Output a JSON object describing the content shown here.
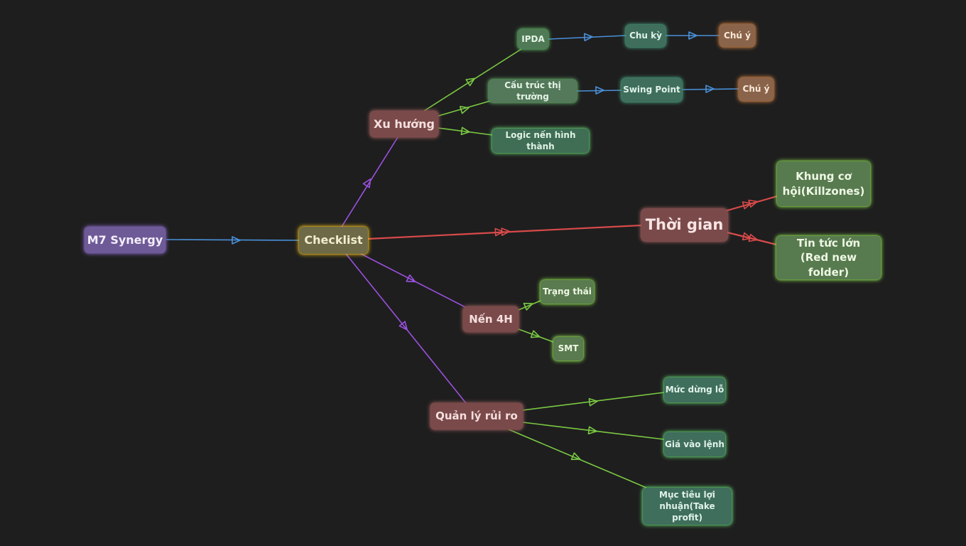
{
  "colors": {
    "background": "#1e1e1e",
    "blue_edge": "#4a90d9",
    "purple_edge": "#9b51e0",
    "green_edge": "#7ac943",
    "red_edge": "#d94a4a"
  },
  "nodes": {
    "root": {
      "label": "M7 Synergy",
      "bg": "#6e5a96",
      "fg": "#f3eefc",
      "glow": "#7a5fb0"
    },
    "checklist": {
      "label": "Checklist",
      "bg": "#6e6a47",
      "fg": "#f1eecf",
      "glow": "#e0b21c"
    },
    "xu_huong": {
      "label": "Xu hướng",
      "bg": "#7a4a4a",
      "fg": "#f6dede",
      "glow": "#8a5555"
    },
    "ipda": {
      "label": "IPDA",
      "bg": "#4f7a55",
      "fg": "#e4f4e6",
      "glow": "#59a85f"
    },
    "chu_ky": {
      "label": "Chu kỳ",
      "bg": "#3f6e5c",
      "fg": "#e0f2ea",
      "glow": "#4aa07f"
    },
    "chu_y_1": {
      "label": "Chú ý",
      "bg": "#8a644a",
      "fg": "#fbe9da",
      "glow": "#c27a3f"
    },
    "cau_truc": {
      "label": "Cấu trúc thị trường",
      "bg": "#54785a",
      "fg": "#e4f4e6",
      "glow": "#62a866"
    },
    "swing_point": {
      "label": "Swing Point",
      "bg": "#3f6e5c",
      "fg": "#e0f2ea",
      "glow": "#4aa07f"
    },
    "chu_y_2": {
      "label": "Chú ý",
      "bg": "#8a644a",
      "fg": "#fbe9da",
      "glow": "#c27a3f"
    },
    "logic_nen": {
      "label": "Logic nến hình thành",
      "bg": "#3f6e55",
      "fg": "#e0f2e6",
      "glow": "#5fc46a"
    },
    "thoi_gian": {
      "label": "Thời gian",
      "bg": "#7a4a4a",
      "fg": "#f8e4e4",
      "glow": "#a46060"
    },
    "khung_co_hoi": {
      "label": "Khung cơ hội(Killzones)",
      "bg": "#587a4f",
      "fg": "#eef8e4",
      "glow": "#86d34d"
    },
    "tin_tuc": {
      "label": "Tin tức lớn (Red new folder)",
      "bg": "#587a4f",
      "fg": "#eef8e4",
      "glow": "#86d34d"
    },
    "nen_4h": {
      "label": "Nến 4H",
      "bg": "#7a4a4a",
      "fg": "#f6dede",
      "glow": "#8a5555"
    },
    "trang_thai": {
      "label": "Trạng thái",
      "bg": "#5a7a4f",
      "fg": "#eef8e4",
      "glow": "#86d34d"
    },
    "smt": {
      "label": "SMT",
      "bg": "#5a7a4f",
      "fg": "#eef8e4",
      "glow": "#86d34d"
    },
    "quan_ly": {
      "label": "Quản lý rủi ro",
      "bg": "#7a4a4a",
      "fg": "#f6dede",
      "glow": "#8a5555"
    },
    "muc_dung_lo": {
      "label": "Mức dừng lỗ",
      "bg": "#3f6e5c",
      "fg": "#e0f2ea",
      "glow": "#5fc46a"
    },
    "gia_vao_lenh": {
      "label": "Giá vào lệnh",
      "bg": "#3f6e5c",
      "fg": "#e0f2ea",
      "glow": "#5fc46a"
    },
    "muc_tieu": {
      "label": "Mục tiêu lợi nhuận(Take profit)",
      "bg": "#3f6e5c",
      "fg": "#e0f2ea",
      "glow": "#5fc46a"
    }
  }
}
